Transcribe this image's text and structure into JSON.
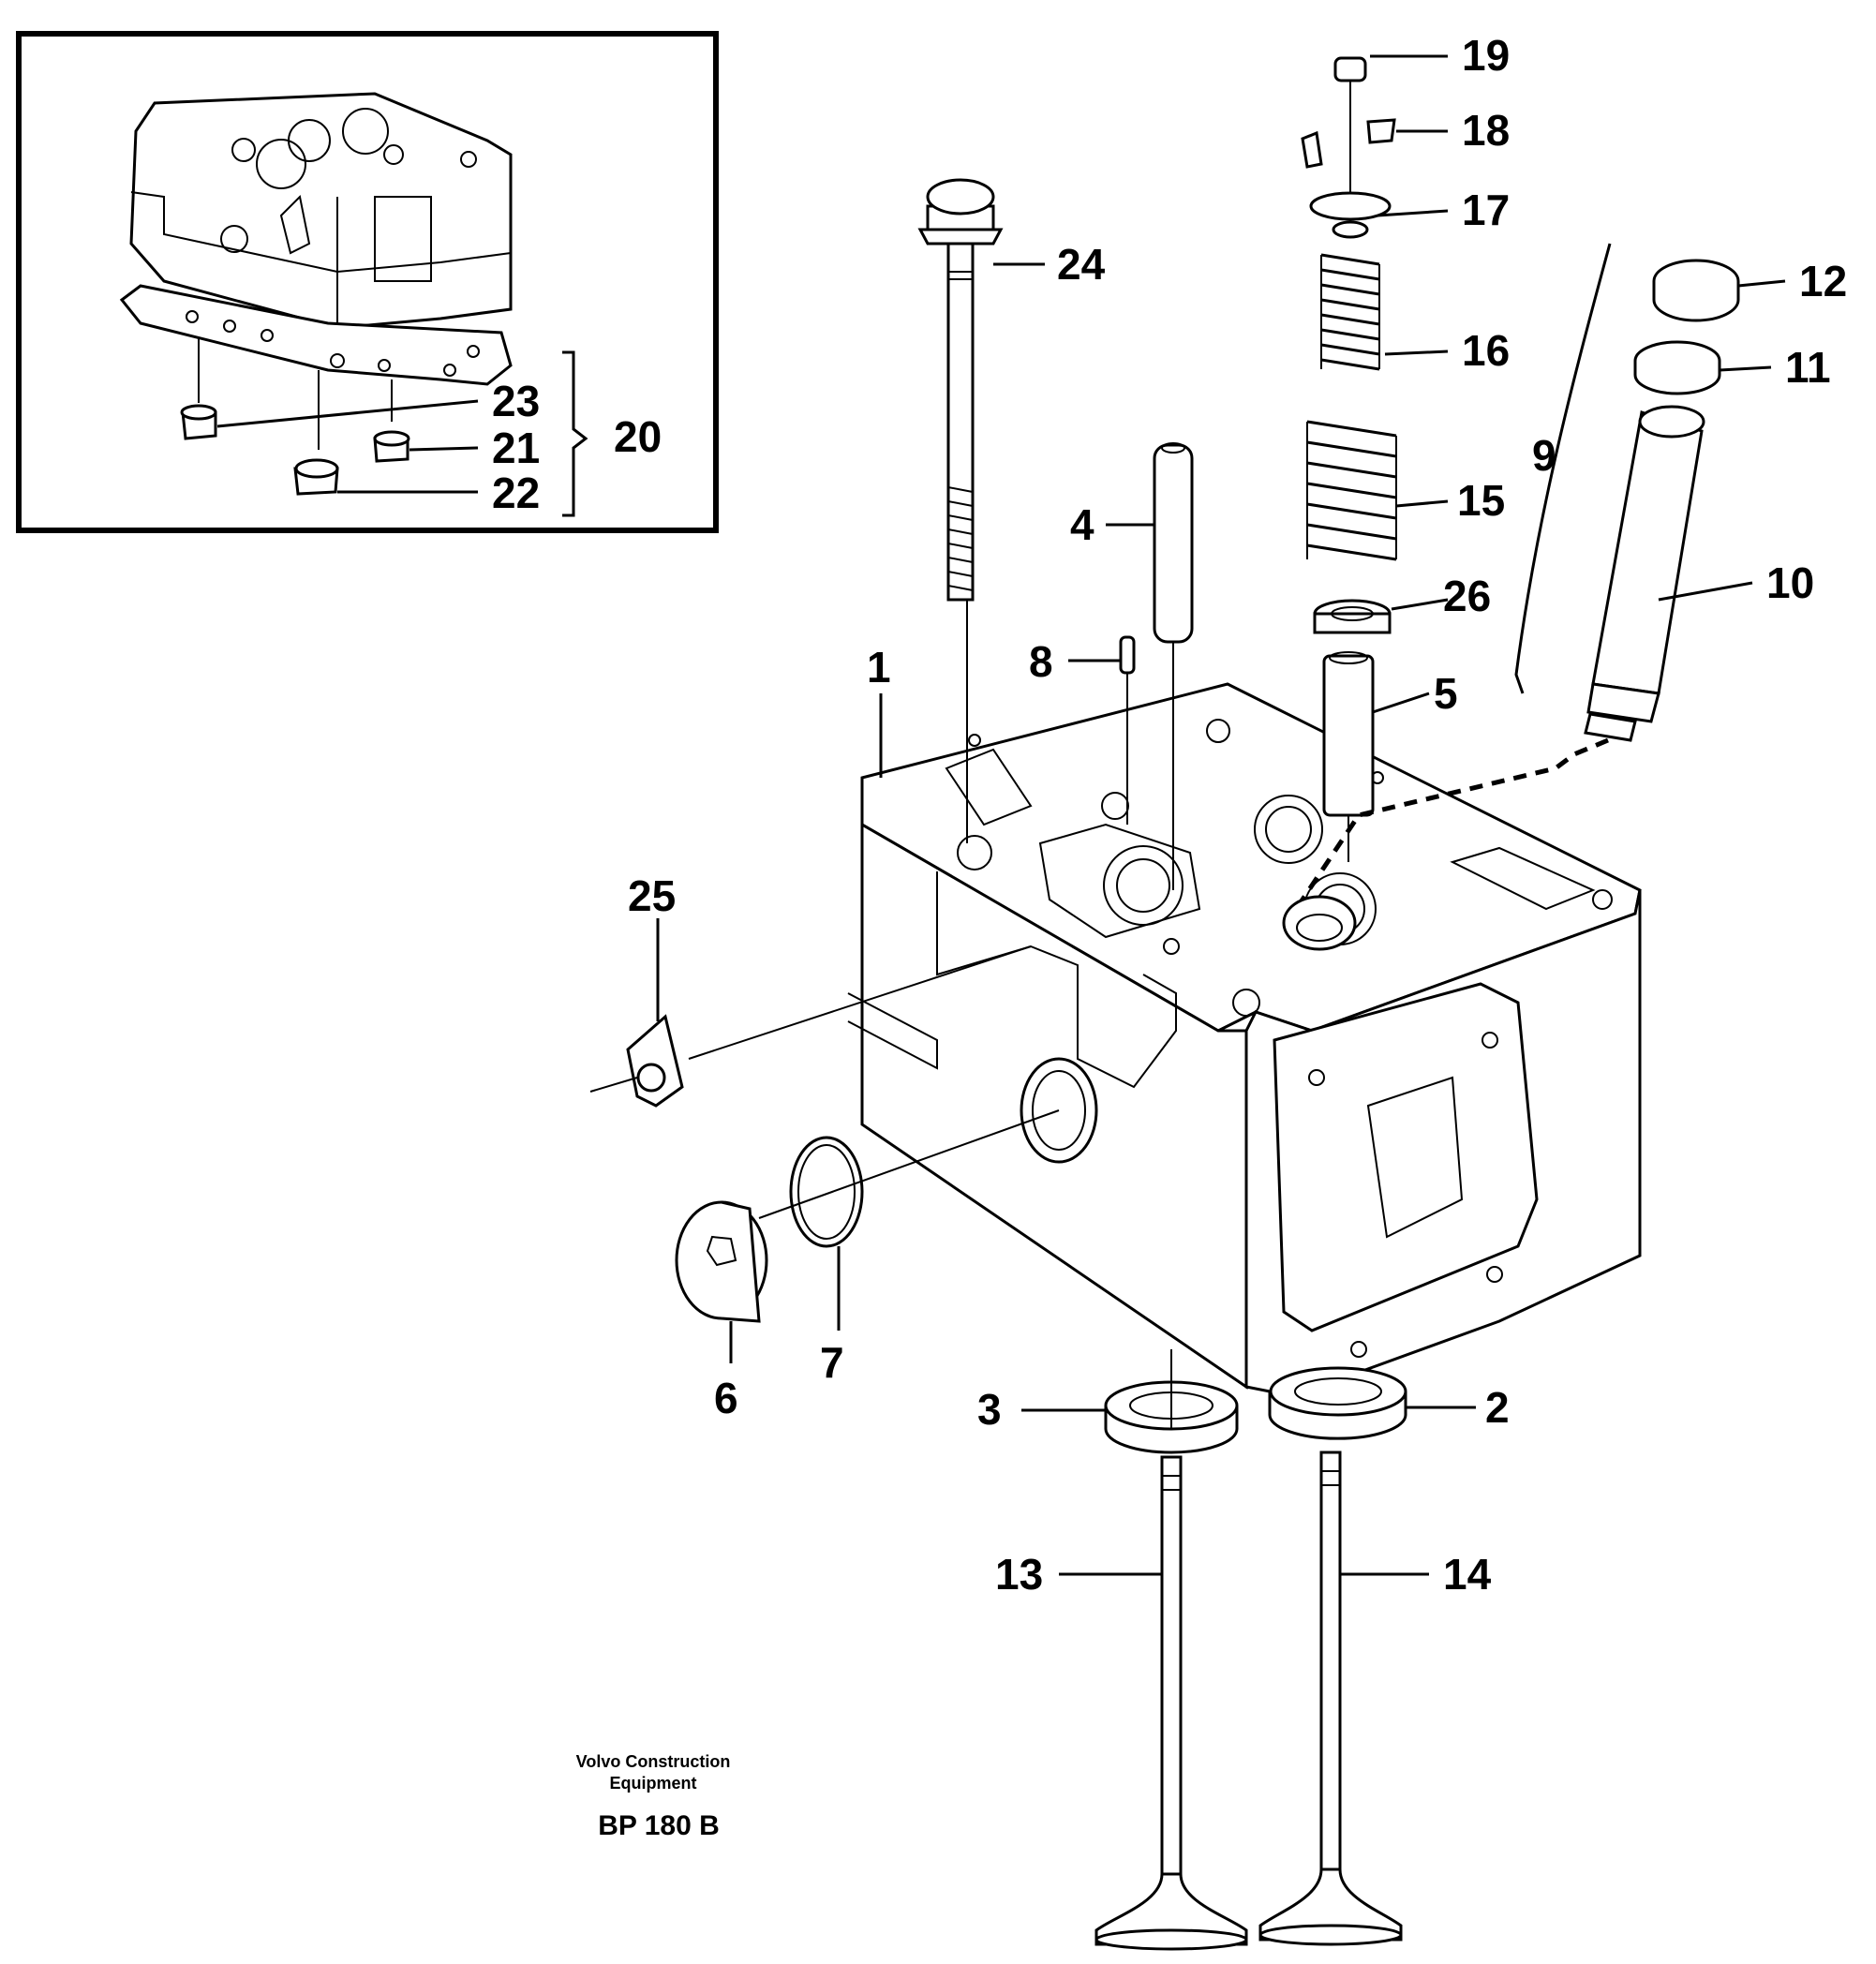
{
  "callouts": [
    "1",
    "2",
    "3",
    "4",
    "5",
    "6",
    "7",
    "8",
    "9",
    "10",
    "11",
    "12",
    "13",
    "14",
    "15",
    "16",
    "17",
    "18",
    "19",
    "20",
    "21",
    "22",
    "23",
    "24",
    "25",
    "26"
  ],
  "footer": {
    "line1": "Volvo Construction",
    "line2": "Equipment",
    "code": "BP 180 B"
  }
}
